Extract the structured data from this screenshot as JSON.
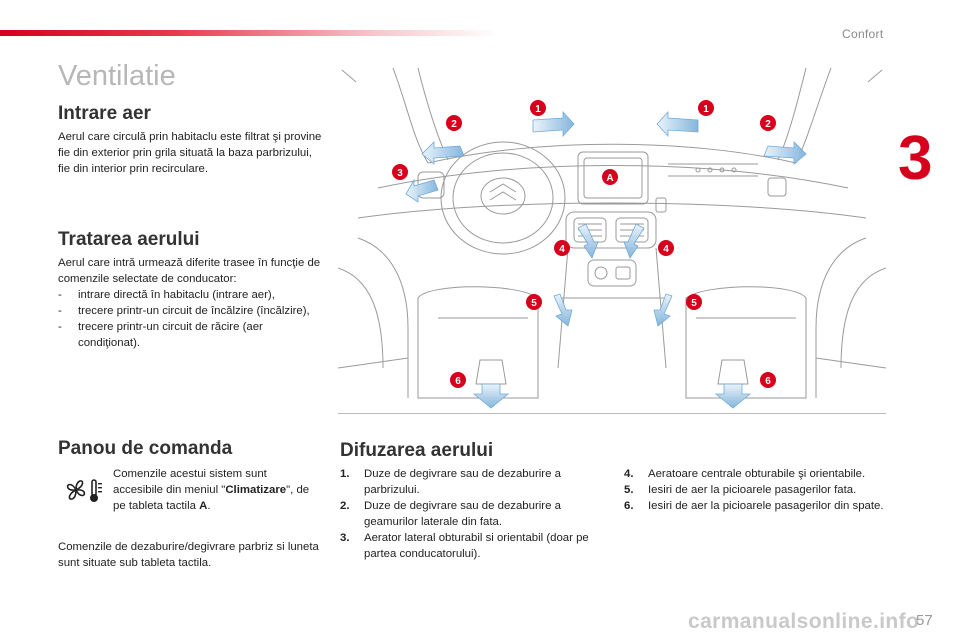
{
  "header": {
    "section": "Confort",
    "chapter": "3"
  },
  "page_title": "Ventilatie",
  "intake": {
    "heading": "Intrare aer",
    "text": "Aerul care circulă prin habitaclu este filtrat şi provine fie din exterior prin grila situată la baza parbrizului, fie din interior prin recirculare."
  },
  "treatment": {
    "heading": "Tratarea aerului",
    "intro": "Aerul care intră urmează diferite trasee în funcţie de comenzile selectate de conducator:",
    "items": [
      "intrare directă în habitaclu (intrare aer),",
      "trecere printr-un circuit de încălzire (încălzire),",
      "trecere printr-un circuit de răcire (aer condiţionat)."
    ]
  },
  "panel": {
    "heading": "Panou de comanda",
    "text_before": "Comenzile acestui sistem sunt accesibile din meniul \"",
    "menu_name": "Climatizare",
    "text_middle": "\", de pe tableta tactila ",
    "tablet_ref": "A",
    "text_end": ".",
    "note": "Comenzile de dezaburire/degivrare parbriz si luneta sunt situate sub tableta tactila."
  },
  "distribution": {
    "heading": "Difuzarea aerului",
    "items_left": [
      {
        "num": "1.",
        "text": "Duze de degivrare sau de dezaburire a parbrizului."
      },
      {
        "num": "2.",
        "text": "Duze de degivrare sau de dezaburire a geamurilor laterale din fata."
      },
      {
        "num": "3.",
        "text": "Aerator lateral obturabil si orientabil (doar pe partea conducatorului)."
      }
    ],
    "items_right": [
      {
        "num": "4.",
        "text": "Aeratoare centrale obturabile şi orientabile."
      },
      {
        "num": "5.",
        "text": "Iesiri de aer la picioarele pasagerilor fata."
      },
      {
        "num": "6.",
        "text": "Iesiri de aer la picioarele pasagerilor din spate."
      }
    ]
  },
  "figure": {
    "badges": [
      "1",
      "1",
      "2",
      "2",
      "3",
      "A",
      "4",
      "4",
      "5",
      "5",
      "6",
      "6"
    ]
  },
  "footer": {
    "page_number": "57",
    "watermark": "carmanualsonline.info"
  },
  "colors": {
    "accent_red": "#d6001c",
    "arrow_blue": "#7fb3dc",
    "line_grey": "#9a9a9a"
  }
}
